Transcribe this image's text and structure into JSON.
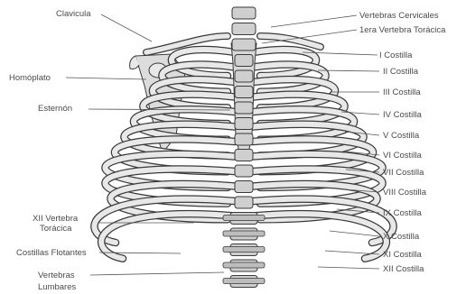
{
  "diagram": {
    "left_labels": [
      {
        "id": "clavicula",
        "text": "Clavicula"
      },
      {
        "id": "homoplato",
        "text": "Homóplato"
      },
      {
        "id": "esternon",
        "text": "Esternón"
      },
      {
        "id": "xii-vertebra-1",
        "text": "XII Vertebra"
      },
      {
        "id": "xii-vertebra-2",
        "text": "Torácica"
      },
      {
        "id": "costillas-flotantes",
        "text": "Costillas Flotantes"
      },
      {
        "id": "vertebras-lumbares-1",
        "text": "Vertebras"
      },
      {
        "id": "vertebras-lumbares-2",
        "text": "Lumbares"
      }
    ],
    "right_labels": [
      {
        "id": "vertebras-cervicales",
        "text": "Vertebras Cervicales"
      },
      {
        "id": "primera-vertebra-toracica",
        "text": "1era Vertebra Torácica"
      },
      {
        "id": "costilla-1",
        "text": "I Costilla"
      },
      {
        "id": "costilla-2",
        "text": "II Costilla"
      },
      {
        "id": "costilla-3",
        "text": "III Costilla"
      },
      {
        "id": "costilla-4",
        "text": "IV Costilla"
      },
      {
        "id": "costilla-5",
        "text": "V Costilla"
      },
      {
        "id": "costilla-6",
        "text": "VI Costilla"
      },
      {
        "id": "costilla-7",
        "text": "VII Costilla"
      },
      {
        "id": "costilla-8",
        "text": "VIII Costilla"
      },
      {
        "id": "costilla-9",
        "text": "IX Costilla"
      },
      {
        "id": "costilla-10",
        "text": "X Costilla"
      },
      {
        "id": "costilla-11",
        "text": "XI Costilla"
      },
      {
        "id": "costilla-12",
        "text": "XII Costilla"
      }
    ],
    "colors": {
      "bone_fill": "#e8e8e8",
      "bone_stroke": "#3a3a3a",
      "shadow": "#9a9a9a",
      "label_text": "#4a4a4a",
      "leader_line": "#555555"
    }
  }
}
